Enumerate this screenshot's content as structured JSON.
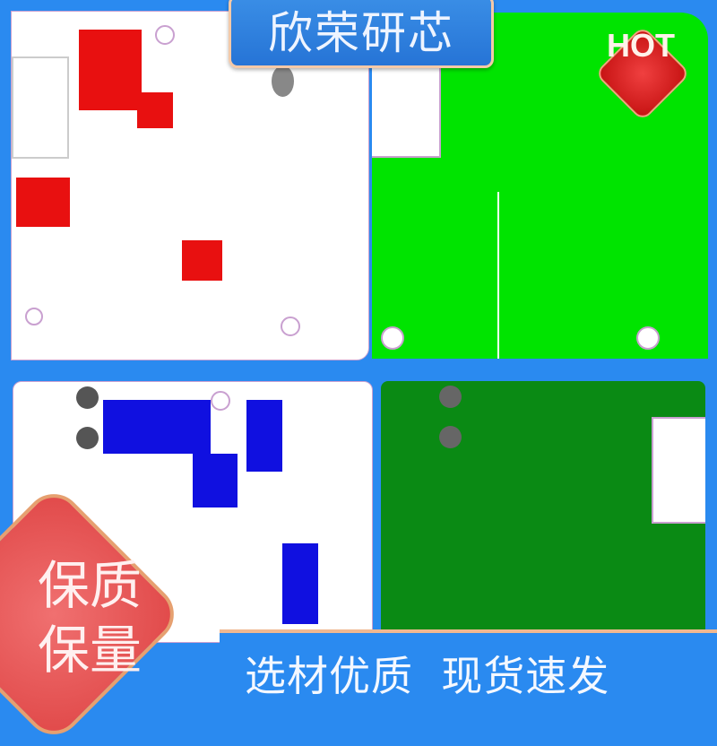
{
  "brand": {
    "title": "欣荣研芯"
  },
  "badge": {
    "hot": "HOT"
  },
  "promo": {
    "line1": "保质",
    "line2": "保量",
    "tagline": "选材优质  现货速发"
  },
  "colors": {
    "frame": "#2a8af0",
    "red_layer": "#e81010",
    "green_layer": "#00e400",
    "blue_layer": "#1010e0",
    "dark_green_layer": "#0a8a14"
  }
}
